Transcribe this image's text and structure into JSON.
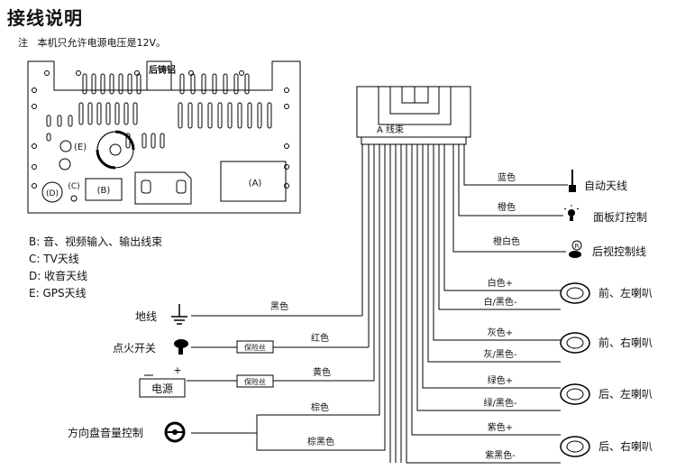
{
  "title": "接线说明",
  "note": {
    "prefix": "注",
    "text": "本机只允许电源电压是12V。"
  },
  "unit_panel": {
    "top_label": "后铸铝",
    "port_labels": {
      "a": "(A)",
      "b": "(B)",
      "c": "(C)",
      "d": "(D)",
      "e": "(E)"
    }
  },
  "legend": [
    "B:  音、视频输入、输出线束",
    "C:  TV天线",
    "D:  收音天线",
    "E:  GPS天线"
  ],
  "connector": {
    "label": "A 线束"
  },
  "left_items": {
    "ground": "地线",
    "ignition": "点火开关",
    "power": "电源",
    "steering": "方向盘音量控制",
    "fuse": "保险丝",
    "battery_plus": "+"
  },
  "wires_left": {
    "ground": "黑色",
    "ignition": "红色",
    "power": "黄色",
    "steering1": "棕色",
    "steering2": "棕黑色"
  },
  "wires_right": {
    "antenna": "蓝色",
    "panel_light": "橙色",
    "reverse": "橙白色"
  },
  "right_items": {
    "antenna": "自动天线",
    "panel_light": "面板灯控制",
    "reverse": "后视控制线"
  },
  "speakers": [
    {
      "label": "前、左喇叭",
      "pos": "白色+",
      "neg": "白/黑色-"
    },
    {
      "label": "前、右喇叭",
      "pos": "灰色+",
      "neg": "灰/黑色-"
    },
    {
      "label": "后、左喇叭",
      "pos": "绿色+",
      "neg": "绿/黑色-"
    },
    {
      "label": "后、右喇叭",
      "pos": "紫色+",
      "neg": "紫黑色-"
    }
  ]
}
